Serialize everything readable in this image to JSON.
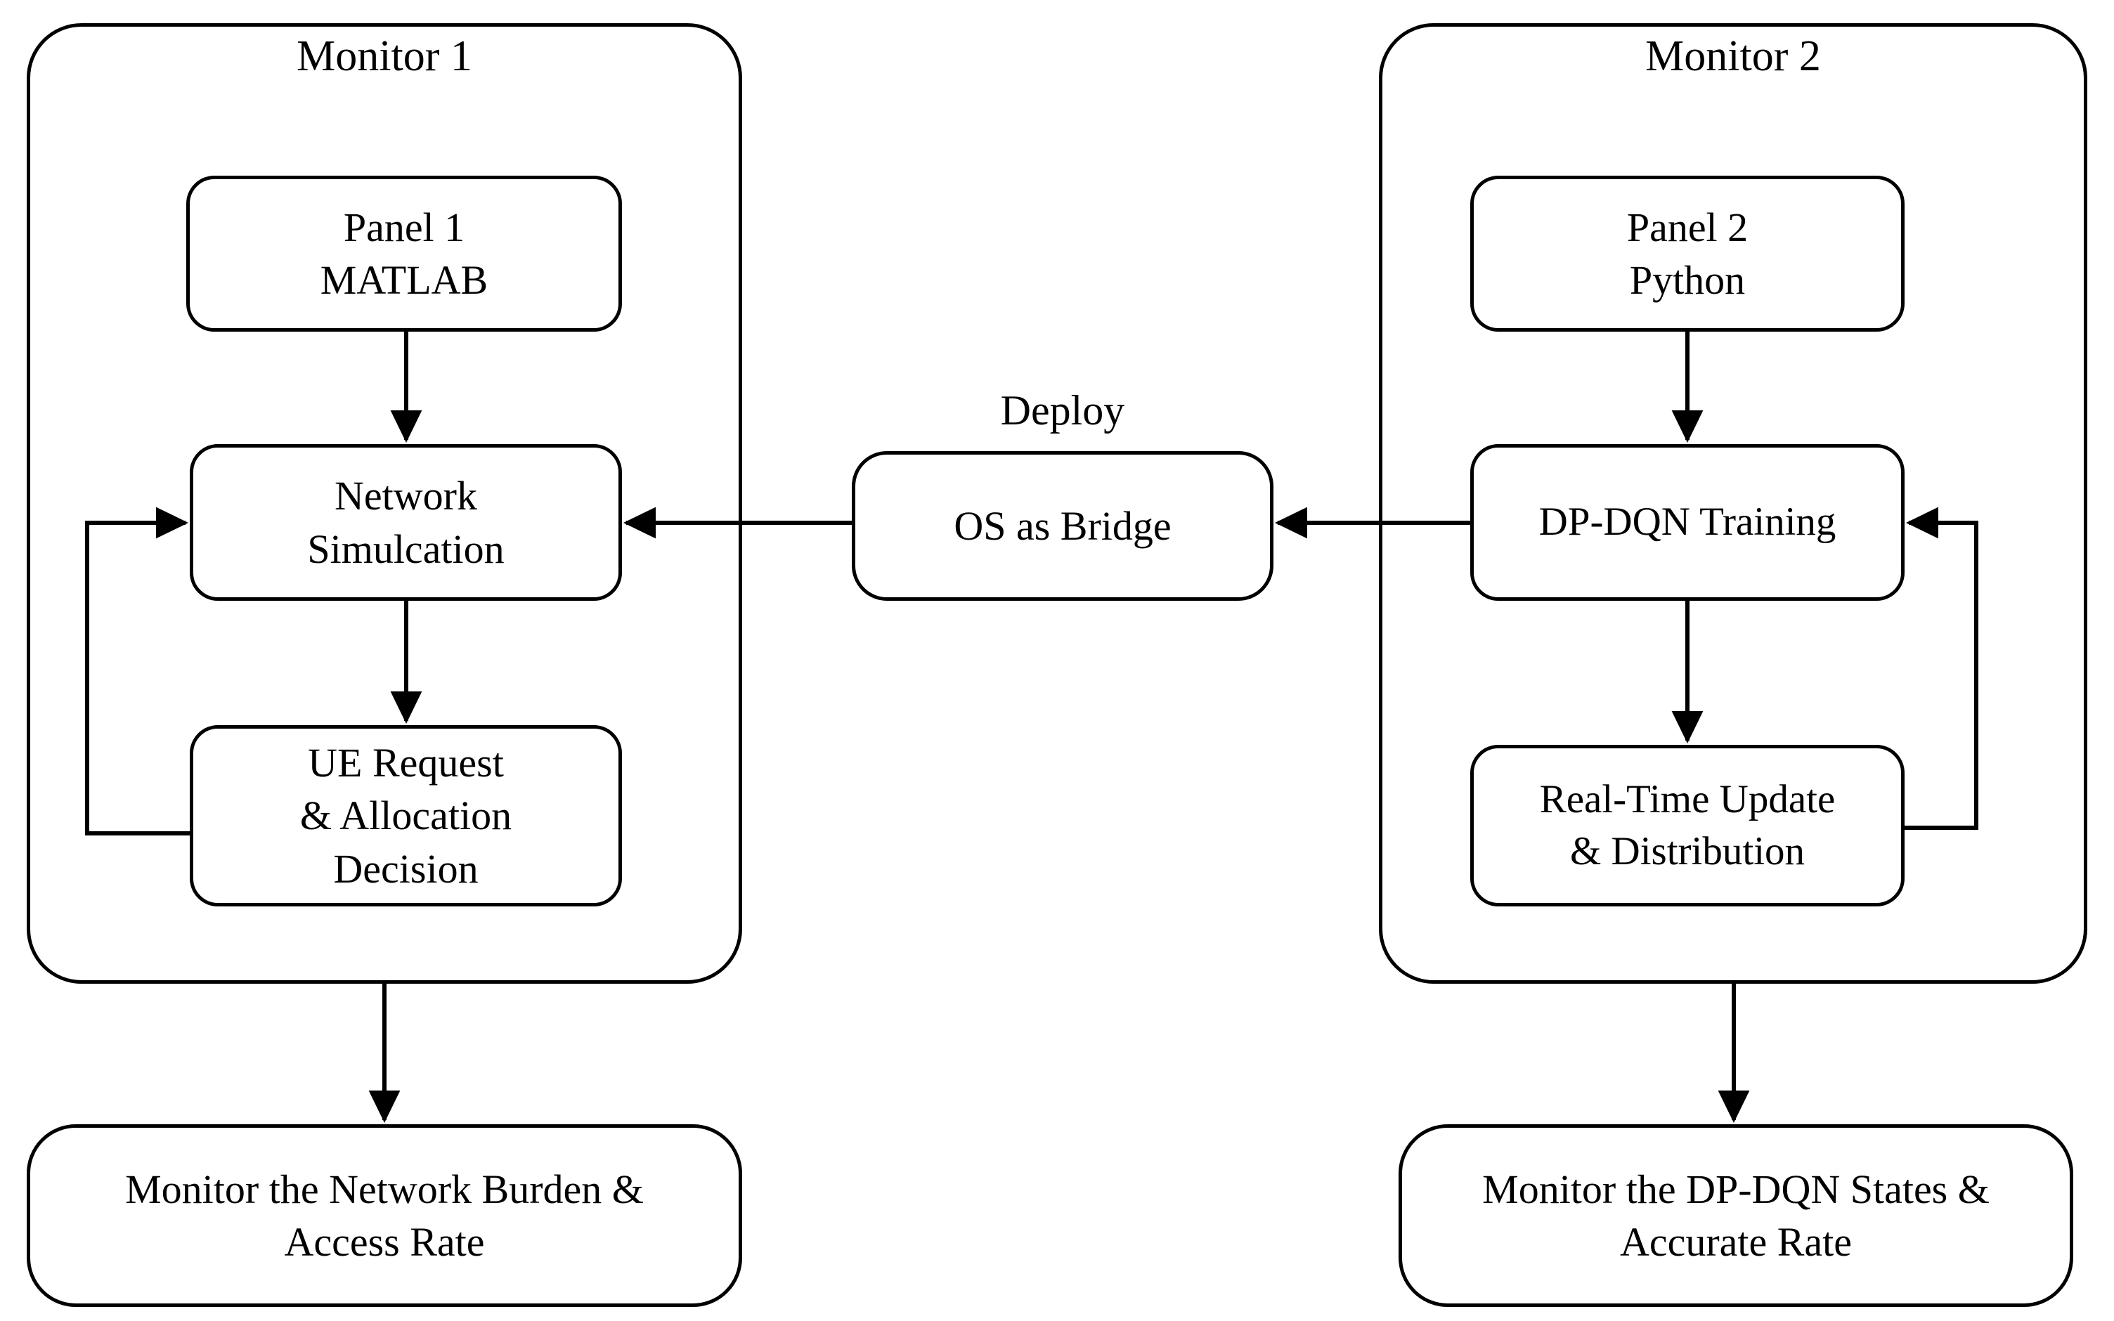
{
  "diagram": {
    "title_left": "Monitor 1",
    "title_right": "Monitor 2",
    "center_label": "Deploy"
  },
  "monitor1": {
    "heading": "Monitor 1",
    "nodes": {
      "panel": {
        "line1": "Panel 1",
        "line2": "MATLAB"
      },
      "simulation": {
        "line1": "Network",
        "line2": "Simulcation"
      },
      "request": {
        "line1": "UE Request",
        "line2": "& Allocation",
        "line3": "Decision"
      }
    },
    "output": {
      "line1": "Monitor the Network Burden &",
      "line2": "Access Rate"
    }
  },
  "monitor2": {
    "heading": "Monitor 2",
    "nodes": {
      "panel": {
        "line1": "Panel 2",
        "line2": "Python"
      },
      "training": {
        "line1": "DP-DQN Training"
      },
      "update": {
        "line1": "Real-Time Update",
        "line2": "& Distribution"
      }
    },
    "output": {
      "line1": "Monitor the DP-DQN States &",
      "line2": "Accurate Rate"
    }
  },
  "bridge": {
    "label_above": "Deploy",
    "node": {
      "line1": "OS as Bridge"
    }
  },
  "colors": {
    "stroke": "#000000",
    "background": "#ffffff",
    "text": "#000000"
  }
}
